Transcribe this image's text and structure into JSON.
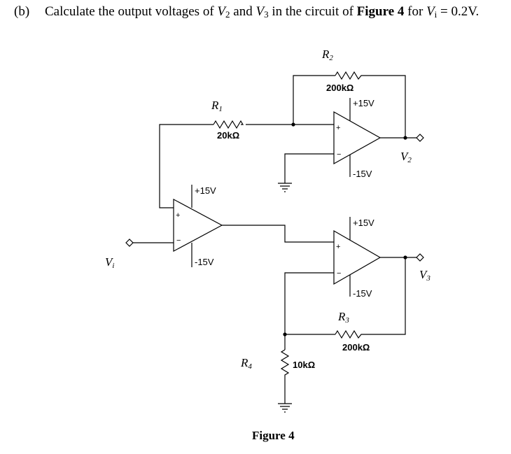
{
  "question": {
    "label": "(b)",
    "text_before": "Calculate the output voltages of ",
    "v2_symbol": "V",
    "v2_sub": "2",
    "and_text": " and ",
    "v3_symbol": "V",
    "v3_sub": "3",
    "middle_text": " in the circuit of ",
    "figure_ref": "Figure 4",
    "for_text": " for ",
    "vi_symbol": "V",
    "vi_sub": "i",
    "condition": " = 0.2V."
  },
  "circuit": {
    "r1": {
      "name": "R",
      "sub": "1",
      "value": "20kΩ"
    },
    "r2": {
      "name": "R",
      "sub": "2",
      "value": "200kΩ"
    },
    "r3": {
      "name": "R",
      "sub": "3",
      "value": "200kΩ"
    },
    "r4": {
      "name": "R",
      "sub": "4",
      "value": "10kΩ"
    },
    "opamp1": {
      "pos_supply": "+15V",
      "neg_supply": "-15V"
    },
    "opamp2": {
      "pos_supply": "+15V",
      "neg_supply": "-15V"
    },
    "opamp3": {
      "pos_supply": "+15V",
      "neg_supply": "-15V"
    },
    "input": {
      "name": "V",
      "sub": "i"
    },
    "output2": {
      "name": "V",
      "sub": "2"
    },
    "output3": {
      "name": "V",
      "sub": "3"
    },
    "plus_sign": "+",
    "minus_sign": "−"
  },
  "figure": {
    "caption": "Figure 4"
  }
}
